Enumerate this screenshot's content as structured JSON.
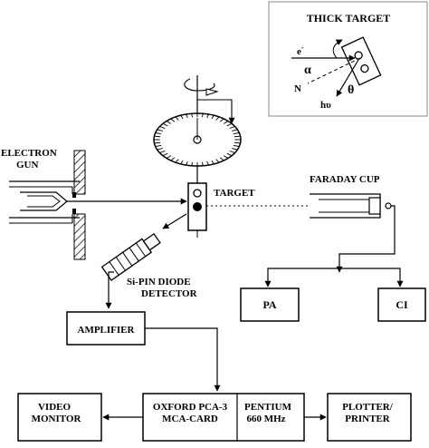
{
  "inset": {
    "title": "THICK TARGET",
    "electron": "e",
    "electron_sup": "-",
    "alpha": "α",
    "normal": "N",
    "theta": "θ",
    "photon": "hυ"
  },
  "labels": {
    "electron_gun_1": "ELECTRON",
    "electron_gun_2": "GUN",
    "target": "TARGET",
    "faraday_cup": "FARADAY CUP",
    "detector_1": "Si-PIN DIODE",
    "detector_2": "DETECTOR",
    "pa": "PA",
    "ci": "CI",
    "amplifier": "AMPLIFIER",
    "video_1": "VIDEO",
    "video_2": "MONITOR",
    "mca_1": "OXFORD PCA-3",
    "mca_2": "MCA-CARD",
    "pentium_1": "PENTIUM",
    "pentium_2": "660 MHz",
    "plotter_1": "PLOTTER/",
    "plotter_2": "PRINTER"
  }
}
